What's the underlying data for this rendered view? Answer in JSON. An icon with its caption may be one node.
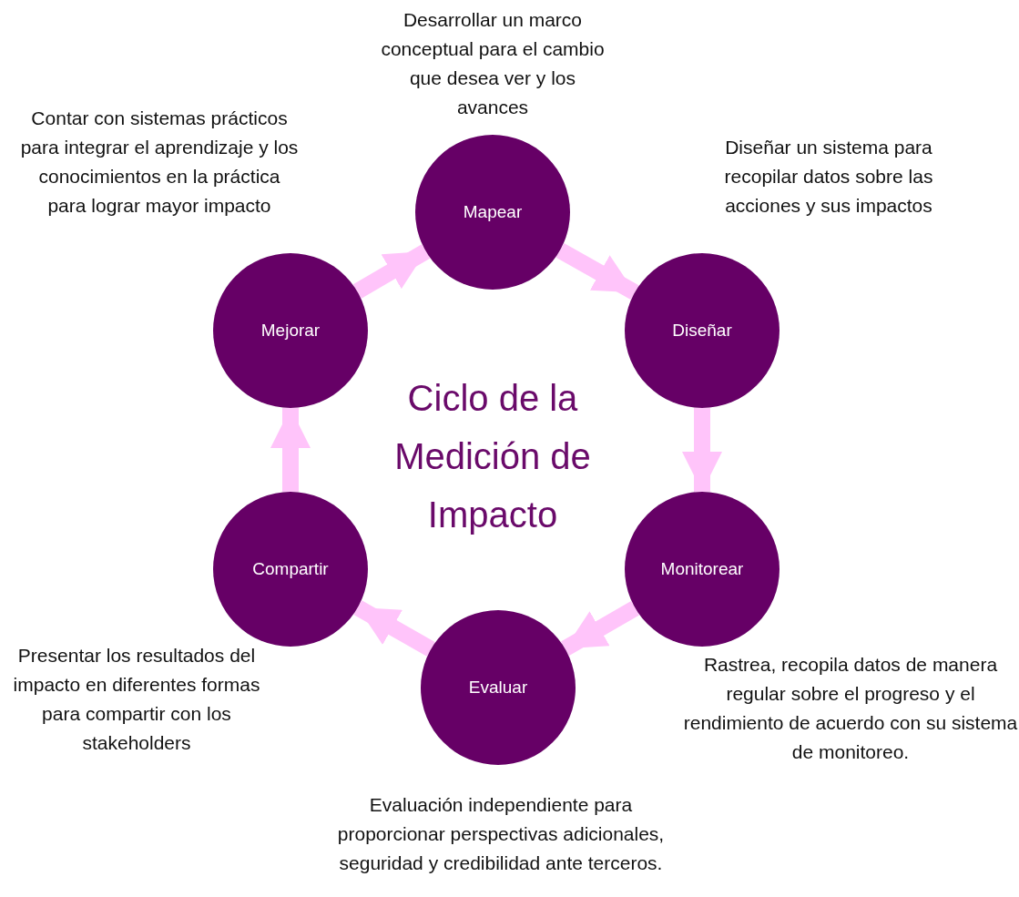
{
  "diagram": {
    "title": "Ciclo de la Medición de Impacto",
    "nodes": [
      {
        "text": [
          "Mapear"
        ],
        "beside": [
          "Desarrollar un marco conceptual para el cambio que desea ver y los avances"
        ]
      },
      {
        "text": [
          "Diseñar"
        ],
        "beside": [
          "Diseñar un sistema para recopilar datos sobre las acciones y sus impactos"
        ]
      },
      {
        "text": [
          "Monitorear"
        ],
        "beside": [
          "Rastrea, recopila datos de manera regular sobre el progreso y el rendimiento de acuerdo con su sistema de monitoreo."
        ]
      },
      {
        "text": [
          "Evaluar"
        ],
        "beside": [
          "Evaluación independiente para proporcionar perspectivas adicionales, seguridad y credibilidad ante terceros."
        ]
      },
      {
        "text": [
          "Compartir"
        ],
        "beside": [
          "Presentar los resultados del impacto en diferentes formas para compartir con los stakeholders"
        ]
      },
      {
        "text": [
          "Mejorar"
        ],
        "beside": [
          "Contar con sistemas prácticos para integrar el aprendizaje y los conocimientos en la práctica para lograr mayor impacto"
        ]
      }
    ],
    "edges": [
      {
        "from": 0,
        "to": 1,
        "arrow": "to"
      },
      {
        "from": 1,
        "to": 2,
        "arrow": "to"
      },
      {
        "from": 2,
        "to": 3,
        "arrow": "to"
      },
      {
        "from": 3,
        "to": 4,
        "arrow": "to"
      },
      {
        "from": 4,
        "to": 5,
        "arrow": "to"
      },
      {
        "from": 5,
        "to": 0,
        "arrow": "to"
      }
    ]
  }
}
